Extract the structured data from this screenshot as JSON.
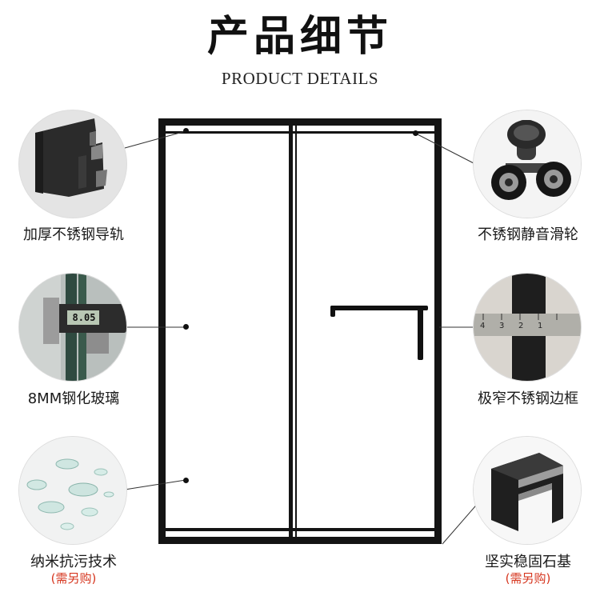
{
  "header": {
    "title": "产品细节",
    "subtitle": "PRODUCT DETAILS"
  },
  "details": {
    "rail": {
      "label": "加厚不锈钢导轨",
      "icon": "guide-rail-profile-icon"
    },
    "pulley": {
      "label": "不锈钢静音滑轮",
      "icon": "pulley-wheel-icon"
    },
    "glass": {
      "label": "8MM钢化玻璃",
      "icon": "caliper-glass-icon",
      "caliper_reading": "8.05"
    },
    "frame": {
      "label": "极窄不锈钢边框",
      "icon": "ruler-frame-icon",
      "ruler_marks": [
        "4",
        "3",
        "2",
        "1"
      ]
    },
    "nano": {
      "label": "纳米抗污技术",
      "note": "(需另购)",
      "icon": "water-droplets-icon"
    },
    "stone": {
      "label": "坚实稳固石基",
      "note": "(需另购)",
      "icon": "stone-base-icon"
    }
  },
  "colors": {
    "frame": "#141414",
    "note": "#d6361f",
    "text": "#1a1a1a"
  }
}
